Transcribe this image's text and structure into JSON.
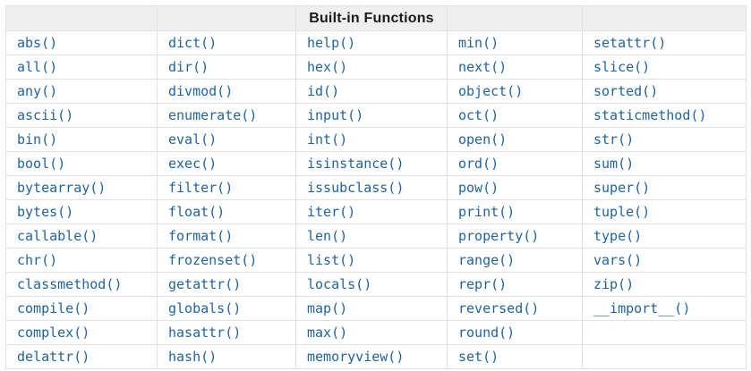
{
  "table": {
    "title": "Built-in Functions",
    "colors": {
      "link": "#20649f",
      "header_bg": "#efefef",
      "border": "#e1e1e3",
      "title": "#1b1b1b",
      "page_bg": "#ffffff"
    },
    "columns": 5,
    "rows": [
      [
        "abs()",
        "dict()",
        "help()",
        "min()",
        "setattr()"
      ],
      [
        "all()",
        "dir()",
        "hex()",
        "next()",
        "slice()"
      ],
      [
        "any()",
        "divmod()",
        "id()",
        "object()",
        "sorted()"
      ],
      [
        "ascii()",
        "enumerate()",
        "input()",
        "oct()",
        "staticmethod()"
      ],
      [
        "bin()",
        "eval()",
        "int()",
        "open()",
        "str()"
      ],
      [
        "bool()",
        "exec()",
        "isinstance()",
        "ord()",
        "sum()"
      ],
      [
        "bytearray()",
        "filter()",
        "issubclass()",
        "pow()",
        "super()"
      ],
      [
        "bytes()",
        "float()",
        "iter()",
        "print()",
        "tuple()"
      ],
      [
        "callable()",
        "format()",
        "len()",
        "property()",
        "type()"
      ],
      [
        "chr()",
        "frozenset()",
        "list()",
        "range()",
        "vars()"
      ],
      [
        "classmethod()",
        "getattr()",
        "locals()",
        "repr()",
        "zip()"
      ],
      [
        "compile()",
        "globals()",
        "map()",
        "reversed()",
        "__import__()"
      ],
      [
        "complex()",
        "hasattr()",
        "max()",
        "round()",
        ""
      ],
      [
        "delattr()",
        "hash()",
        "memoryview()",
        "set()",
        ""
      ]
    ]
  }
}
